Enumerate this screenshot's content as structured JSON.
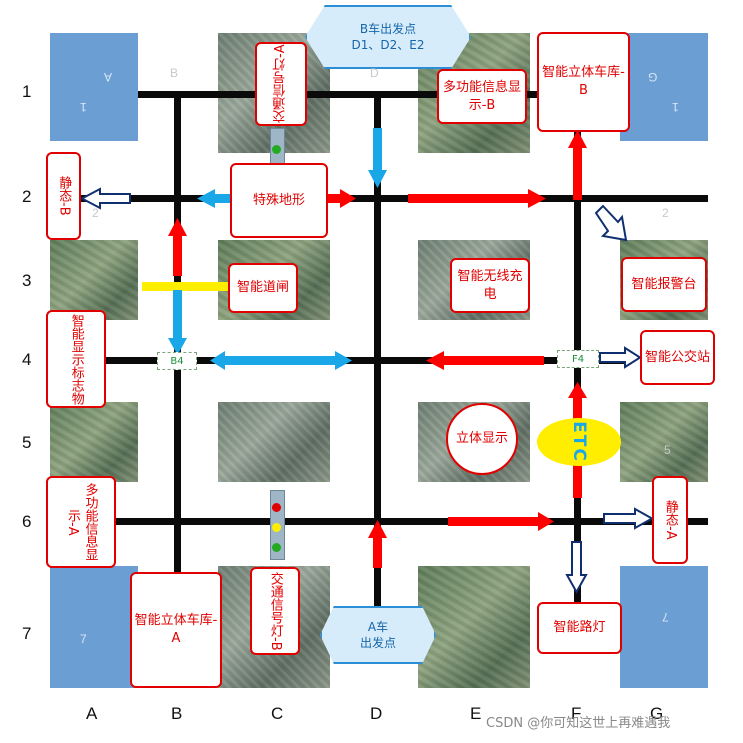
{
  "rows": [
    "1",
    "2",
    "3",
    "4",
    "5",
    "6",
    "7"
  ],
  "cols": [
    "A",
    "B",
    "C",
    "D",
    "E",
    "F",
    "G"
  ],
  "faint_letters": {
    "b_top": "B",
    "d_top": "D",
    "a_corner": "A",
    "g_corner": "G",
    "one_left": "1",
    "one_right": "1",
    "two_left": "2",
    "two_right": "2",
    "seven_left": "7",
    "seven_right": "7",
    "five_right": "5"
  },
  "start_b": "B车出发点\nD1、D2、E2",
  "start_a": "A车\n出发点",
  "labels": {
    "traffic_light_a": "交通信号灯-A",
    "traffic_light_b": "交通信号灯-B",
    "special_terrain": "特殊地形",
    "info_display_b": "多功能信息显示-B",
    "garage_b": "智能立体车库-B",
    "static_b": "静态-B",
    "gate": "智能道闸",
    "wireless": "智能无线充电",
    "alarm": "智能报警台",
    "sign": "智能显示标志物",
    "bus_stop": "智能公交站",
    "stereo": "立体显示",
    "etc": "ETC",
    "info_display_a": "多功能信息显示-A",
    "static_a": "静态-A",
    "garage_a": "智能立体车库-A",
    "street_light": "智能路灯"
  },
  "nodes": {
    "b4": "B4",
    "f4": "F4"
  },
  "colors": {
    "road": "#0a0a0a",
    "red_arrow": "#ff0000",
    "blue_arrow": "#1aa7e8",
    "yellow": "#ffee00",
    "water": "#6b9fd4",
    "label_border": "#e00000"
  },
  "watermark": "CSDN @你可知这世上再难遇我"
}
